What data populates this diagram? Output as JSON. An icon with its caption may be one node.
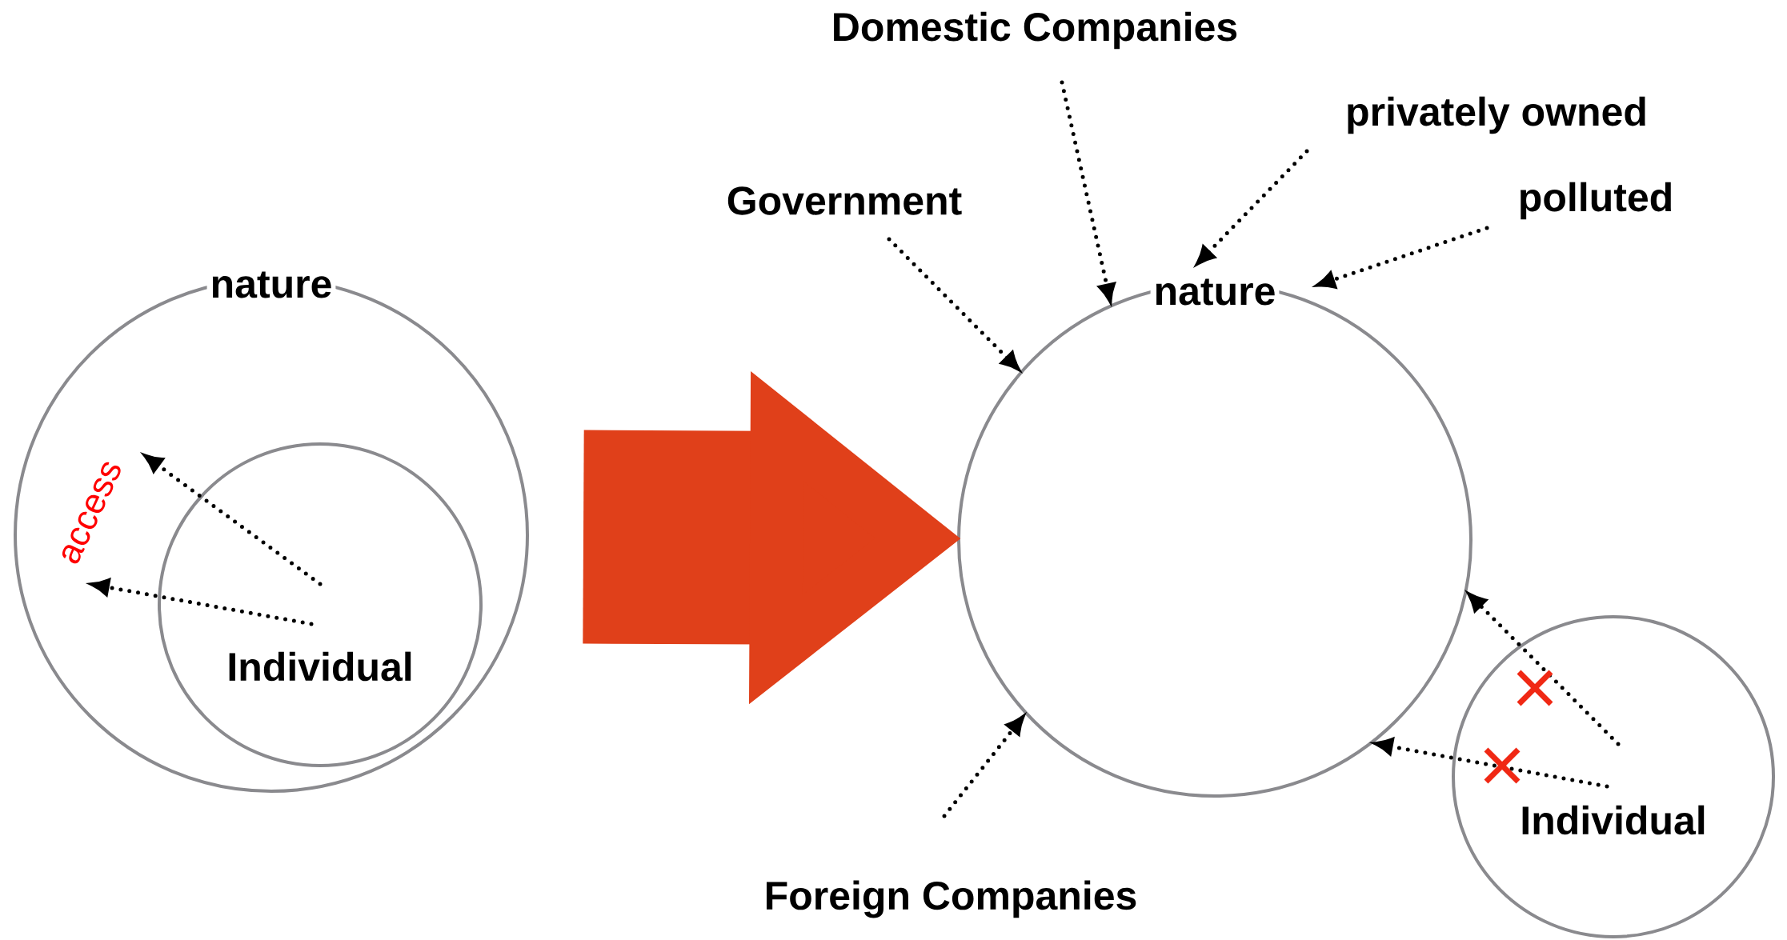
{
  "diagram": {
    "nodes": [
      {
        "text": [
          "nature"
        ]
      },
      {
        "text": [
          "Individual"
        ],
        "in": 0
      },
      {
        "text": [
          "access"
        ],
        "in": 0
      },
      {
        "text": [
          "Domestic Companies"
        ]
      },
      {
        "text": [
          "privately owned"
        ]
      },
      {
        "text": [
          "Government"
        ]
      },
      {
        "text": [
          "polluted"
        ]
      },
      {
        "text": [
          "nature"
        ]
      },
      {
        "text": [
          "Foreign Companies"
        ]
      },
      {
        "text": [
          "Individual"
        ]
      }
    ],
    "edges": [
      {
        "from": 1,
        "to": 2,
        "arrow": "to",
        "style": "dashed"
      },
      {
        "from": 1,
        "to": 2,
        "arrow": "to",
        "style": "dashed"
      },
      {
        "from": 0,
        "to": 7,
        "arrow": "to",
        "style": "thick",
        "color": "#e0401a"
      },
      {
        "from": 3,
        "to": 7,
        "arrow": "to",
        "style": "dashed"
      },
      {
        "from": 4,
        "to": 7,
        "arrow": "to",
        "style": "dashed"
      },
      {
        "from": 5,
        "to": 7,
        "arrow": "to",
        "style": "dashed"
      },
      {
        "from": 6,
        "to": 7,
        "arrow": "to",
        "style": "dashed"
      },
      {
        "from": 8,
        "to": 7,
        "arrow": "to",
        "style": "dashed"
      },
      {
        "from": 9,
        "to": 7,
        "arrow": "to",
        "style": "dashed"
      },
      {
        "from": 9,
        "to": 7,
        "arrow": "to",
        "style": "dashed"
      }
    ]
  }
}
